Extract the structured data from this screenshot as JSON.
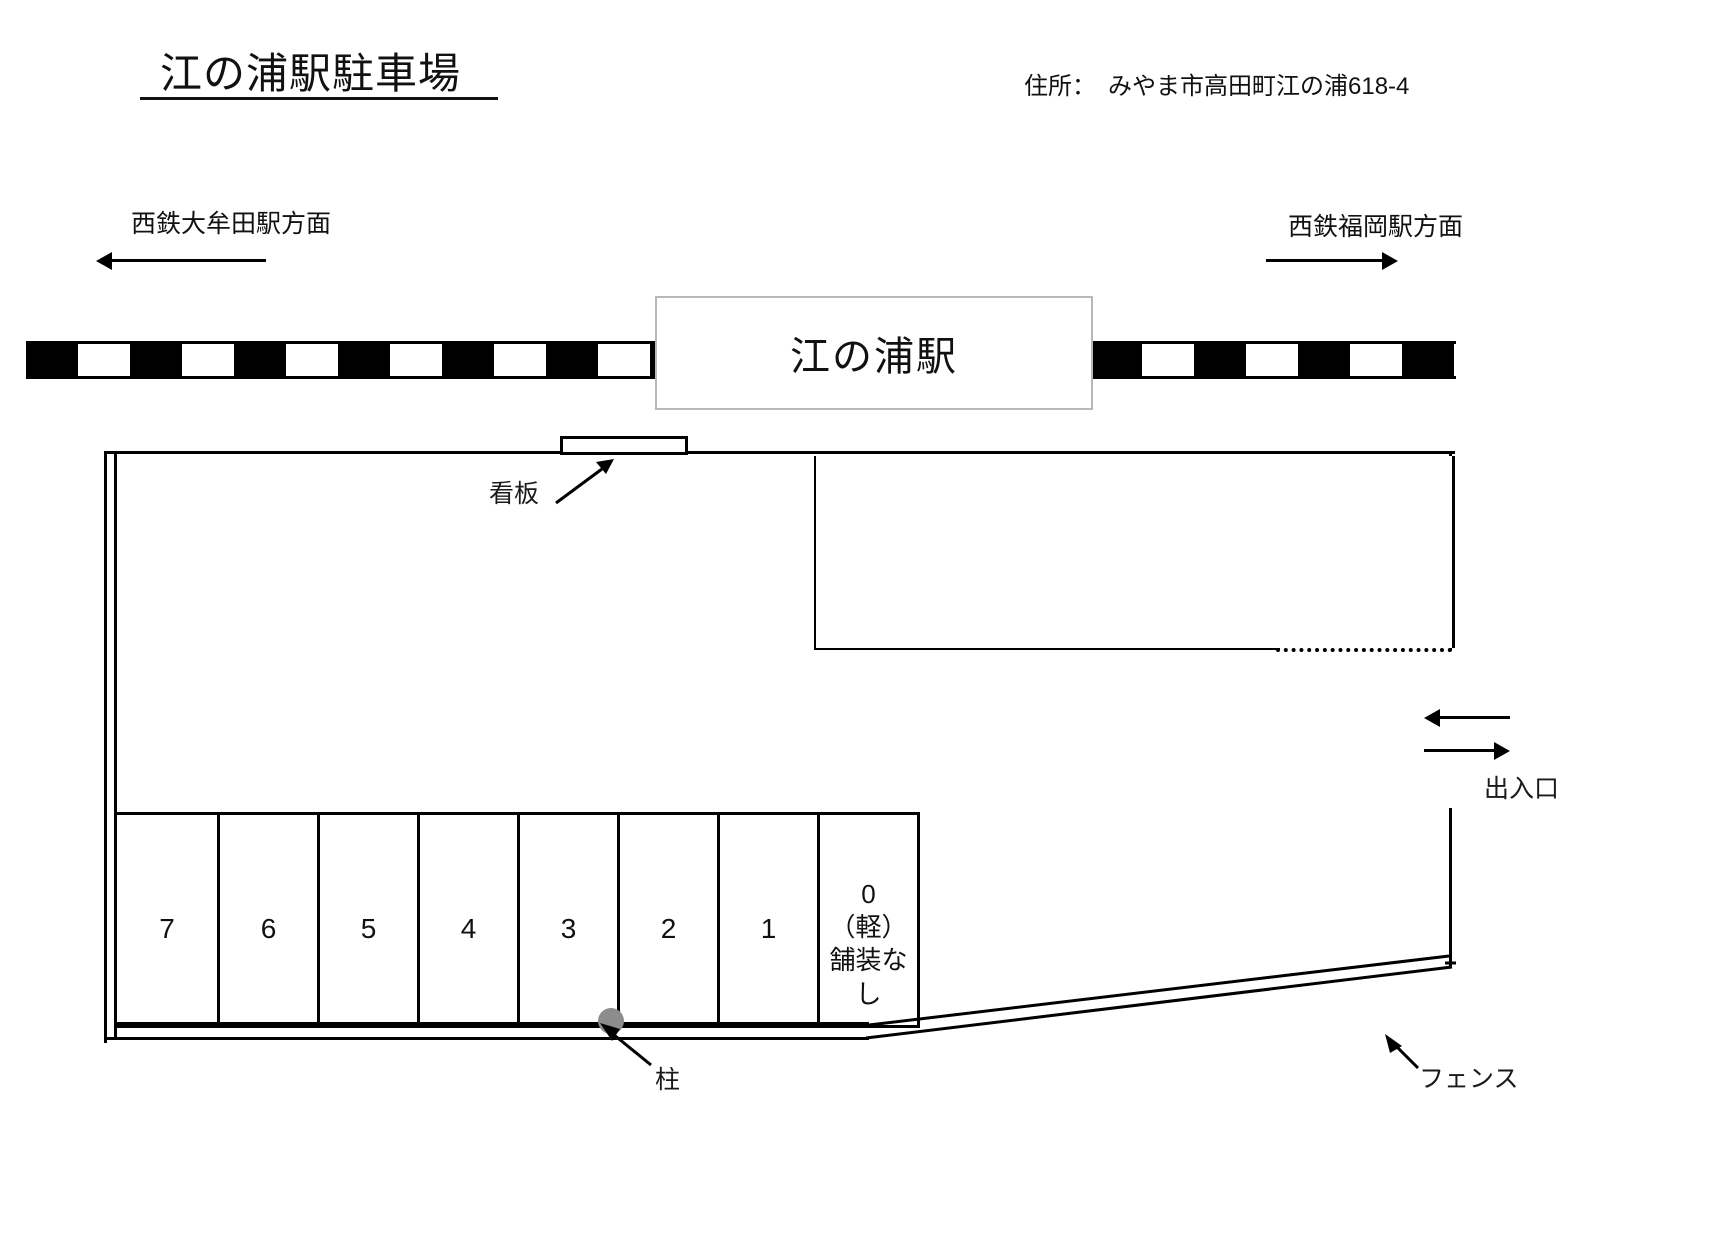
{
  "header": {
    "title": "江の浦駅駐車場",
    "address": "住所：　みやま市高田町江の浦618-4"
  },
  "directions": {
    "left_label": "西鉄大牟田駅方面",
    "right_label": "西鉄福岡駅方面"
  },
  "station": {
    "name": "江の浦駅"
  },
  "annotations": {
    "signboard": "看板",
    "entrance": "出入口",
    "fence": "フェンス",
    "pillar": "柱"
  },
  "parking": {
    "stalls": [
      {
        "label": "7",
        "special": false
      },
      {
        "label": "6",
        "special": false
      },
      {
        "label": "5",
        "special": false
      },
      {
        "label": "4",
        "special": false
      },
      {
        "label": "3",
        "special": false
      },
      {
        "label": "2",
        "special": false
      },
      {
        "label": "1",
        "special": false
      },
      {
        "label": "0\n（軽）\n舗装な\nし",
        "special": true
      }
    ]
  },
  "colors": {
    "ink": "#111111",
    "rail": "#000000",
    "station_border": "#b8b8b8",
    "pillar": "#8c8c8c"
  }
}
